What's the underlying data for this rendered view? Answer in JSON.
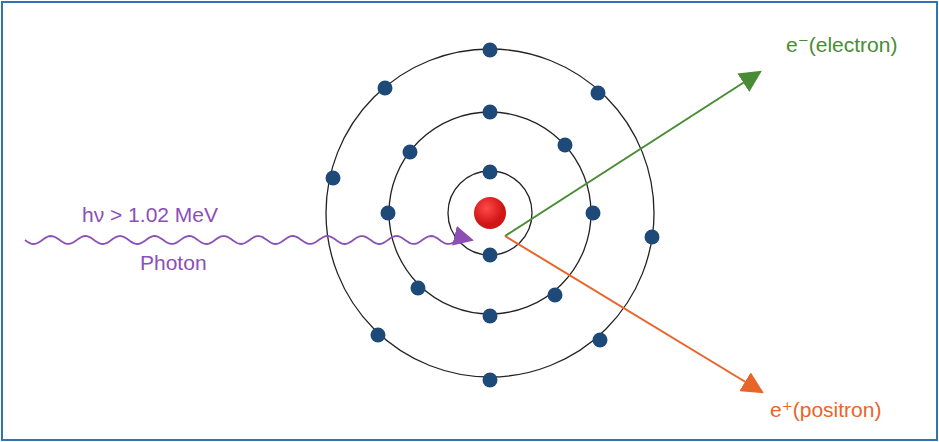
{
  "diagram": {
    "labels": [
      "hν > 1.02 MeV",
      "Photon",
      "e⁻(electron)",
      "e⁺(positron)"
    ]
  }
}
